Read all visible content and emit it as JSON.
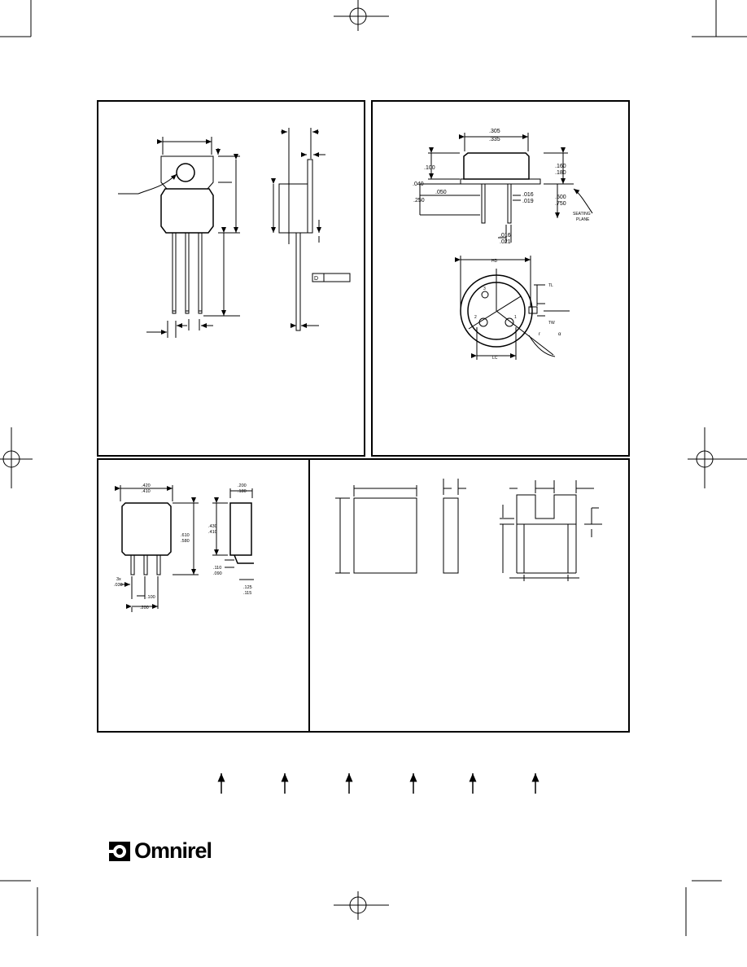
{
  "brand": {
    "name": "Omnirel"
  },
  "to257": {
    "notes": [
      "D"
    ]
  },
  "to39": {
    "width_max": ".305",
    "width_min": ".335",
    "cap_h1": ".100",
    "flange": ".040",
    "lead_gap": ".050",
    "lead_len": ".250",
    "height_max": ".160",
    "height_min": ".180",
    "lead_dia_max": ".016",
    "lead_dia_min": ".019",
    "lead_len2_max": ".500",
    "lead_len2_min": ".750",
    "seating_1": "SEATING",
    "seating_2": "PLANE",
    "lead_dia2_max": ".016",
    "lead_dia2_min": ".021",
    "hd": "HD",
    "tl": "TL",
    "tw": "TW",
    "lc": "LC",
    "r": "r",
    "alpha": "α",
    "pin1": "1",
    "pin2": "2",
    "pin3": "3"
  },
  "smd": {
    "width_max": ".420",
    "width_min": ".410",
    "depth_max": ".200",
    "depth_min": ".180",
    "height_max": ".610",
    "height_min": ".580",
    "body_max": ".430",
    "body_min": ".410",
    "lead_w": "3x",
    "lead_w2": ".030",
    "pitch": ".100",
    "span": ".200",
    "bend_max": ".110",
    "bend_min": ".090",
    "foot_max": ".125",
    "foot_min": ".115"
  }
}
